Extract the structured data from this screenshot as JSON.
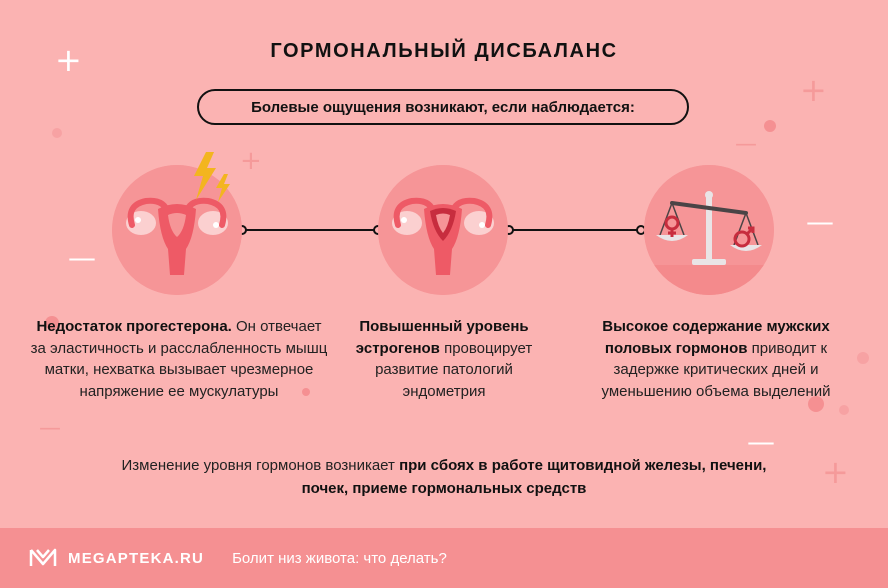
{
  "header": {
    "title": "ГОРМОНАЛЬНЫЙ ДИСБАЛАНС",
    "subtitle": "Болевые ощущения возникают, если наблюдается:"
  },
  "causes": [
    {
      "icon": "uterus-lightning-icon",
      "bold": "Недостаток прогестерона.",
      "text": " Он отвечает за эластичность и расслабленность мышц матки, нехватка вызывает чрезмерное напряжение ее мускулатуры"
    },
    {
      "icon": "uterus-thick-lining-icon",
      "bold": "Повышенный уровень эстрогенов",
      "text": " провоцирует развитие патологий эндометрия"
    },
    {
      "icon": "hormone-scales-icon",
      "bold": "Высокое содержание мужских половых гормонов",
      "text": " приводит к задержке критических дней и уменьшению объема выделений"
    }
  ],
  "summary": {
    "text": "Изменение уровня гормонов возникает ",
    "bold": "при сбоях в работе щитовидной железы, печени, почек, приеме гормональных средств"
  },
  "footer": {
    "brand": "MEGAPTEKA.RU",
    "link": "Болит низ живота: что делать?"
  },
  "colors": {
    "background": "#fbb3b2",
    "circle": "#f69597",
    "footer": "#f59092",
    "uterus": "#ee5a66",
    "accent_dark": "#c72d3e",
    "lightning": "#f3b51f"
  }
}
